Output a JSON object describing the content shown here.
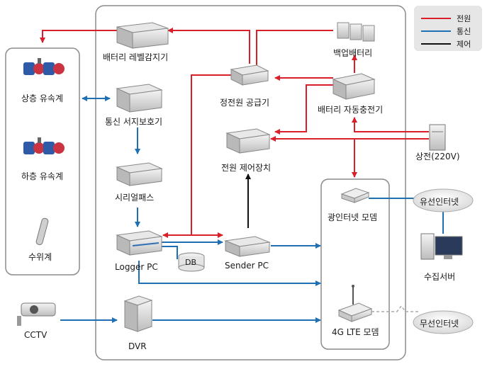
{
  "legend": {
    "items": [
      {
        "label": "전원",
        "color": "#d9202a"
      },
      {
        "label": "통신",
        "color": "#1f6fb5"
      },
      {
        "label": "제어",
        "color": "#111111"
      }
    ]
  },
  "nodes": {
    "upper_flowmeter": "상층 유속계",
    "lower_flowmeter": "하층 유속계",
    "water_gauge": "수위계",
    "cctv": "CCTV",
    "battery_level_sensor": "배터리 레벨감지기",
    "comm_surge_protector": "통신 서지보호기",
    "serial_pass": "시리얼패스",
    "logger_pc": "Logger PC",
    "db": "DB",
    "dvr": "DVR",
    "backup_battery": "백업배터리",
    "constant_power_supply": "정전원 공급기",
    "auto_battery_charger": "배터리 자동충전기",
    "power_controller": "전원 제어장치",
    "commercial_power": "상전(220V)",
    "sender_pc": "Sender PC",
    "fiber_modem": "광인터넷 모뎀",
    "lte_modem": "4G LTE 모뎀",
    "wired_internet": "유선인터넷",
    "collection_server": "수집서버",
    "wireless_internet": "무선인터넷"
  }
}
